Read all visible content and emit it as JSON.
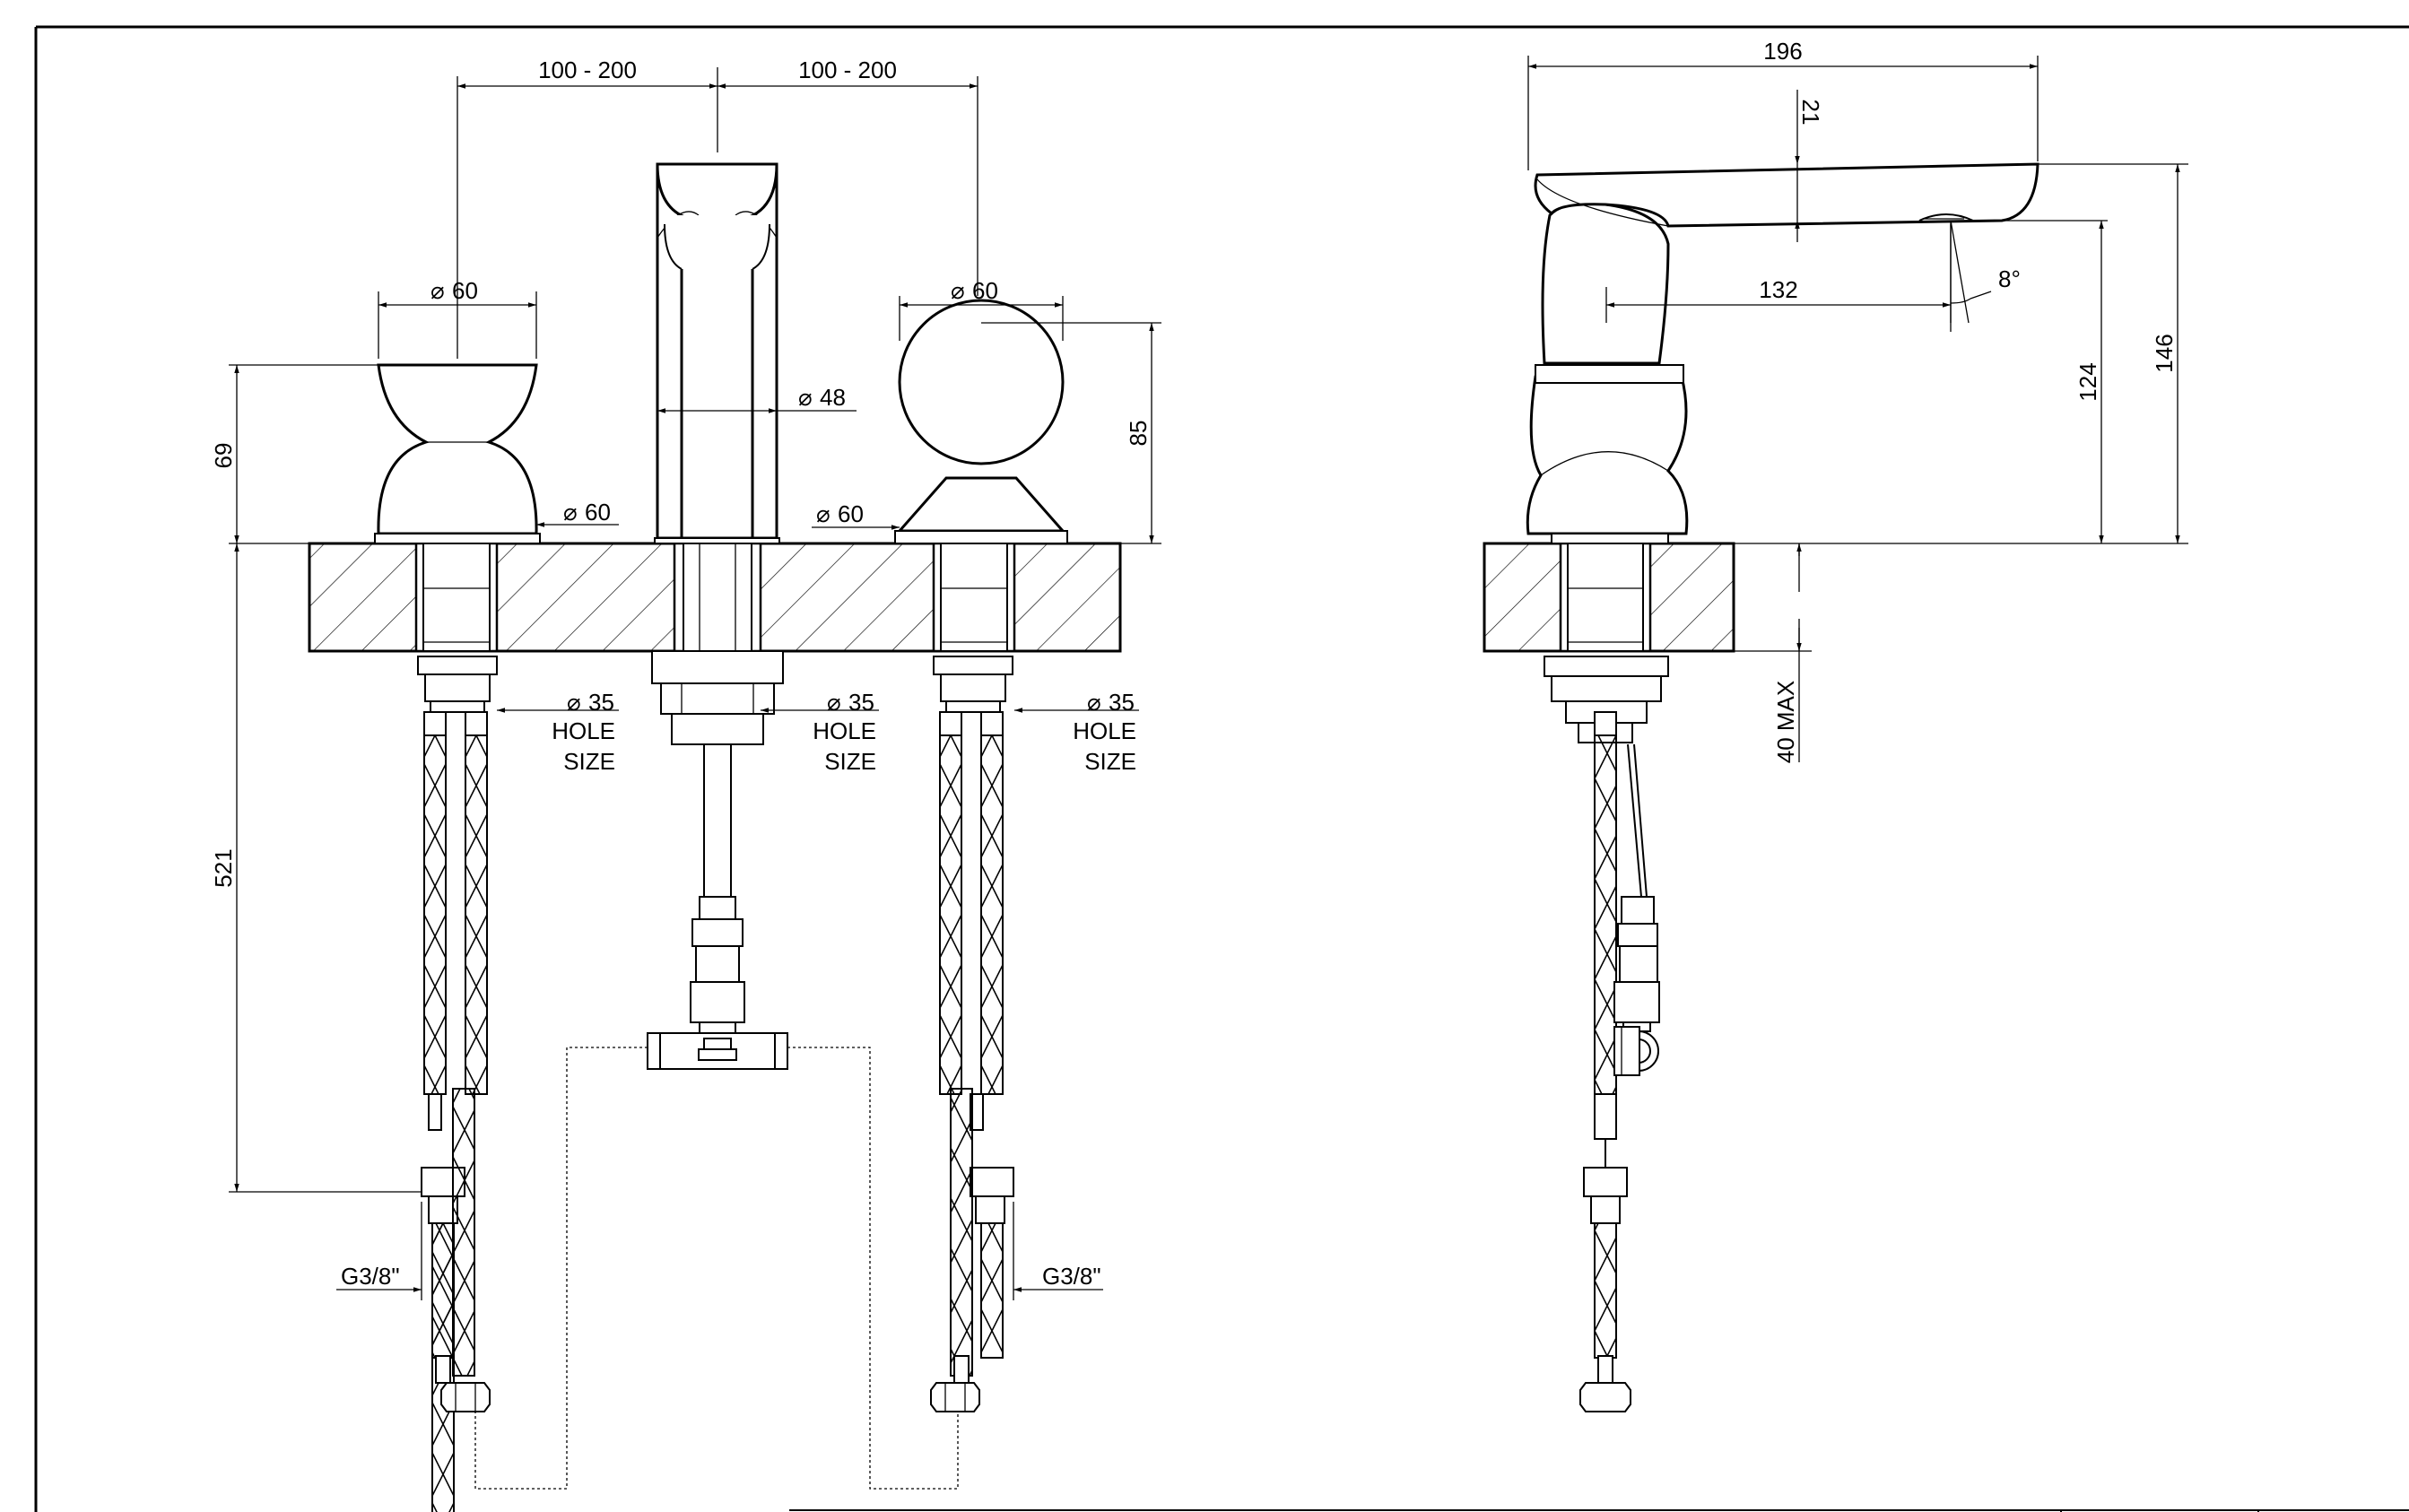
{
  "front_view": {
    "spacing_left": "100 - 200",
    "spacing_right": "100 - 200",
    "left_handle_diameter": "60",
    "left_base_diameter": "60",
    "spout_diameter": "48",
    "right_handle_diameter": "60",
    "right_base_diameter": "60",
    "left_handle_height": "69",
    "right_handle_height": "85",
    "hose_length": "521",
    "hole_left_diameter": "35",
    "hole_center_diameter": "35",
    "hole_right_diameter": "35",
    "hole_label_1": "HOLE",
    "hole_label_2": "SIZE",
    "thread_left": "G3/8\"",
    "thread_right": "G3/8\""
  },
  "side_view": {
    "overall_length": "196",
    "spout_thickness": "21",
    "spout_reach": "132",
    "spout_angle": "8°",
    "outlet_height": "124",
    "overall_height": "146",
    "max_deck_thickness": "40 MAX"
  }
}
